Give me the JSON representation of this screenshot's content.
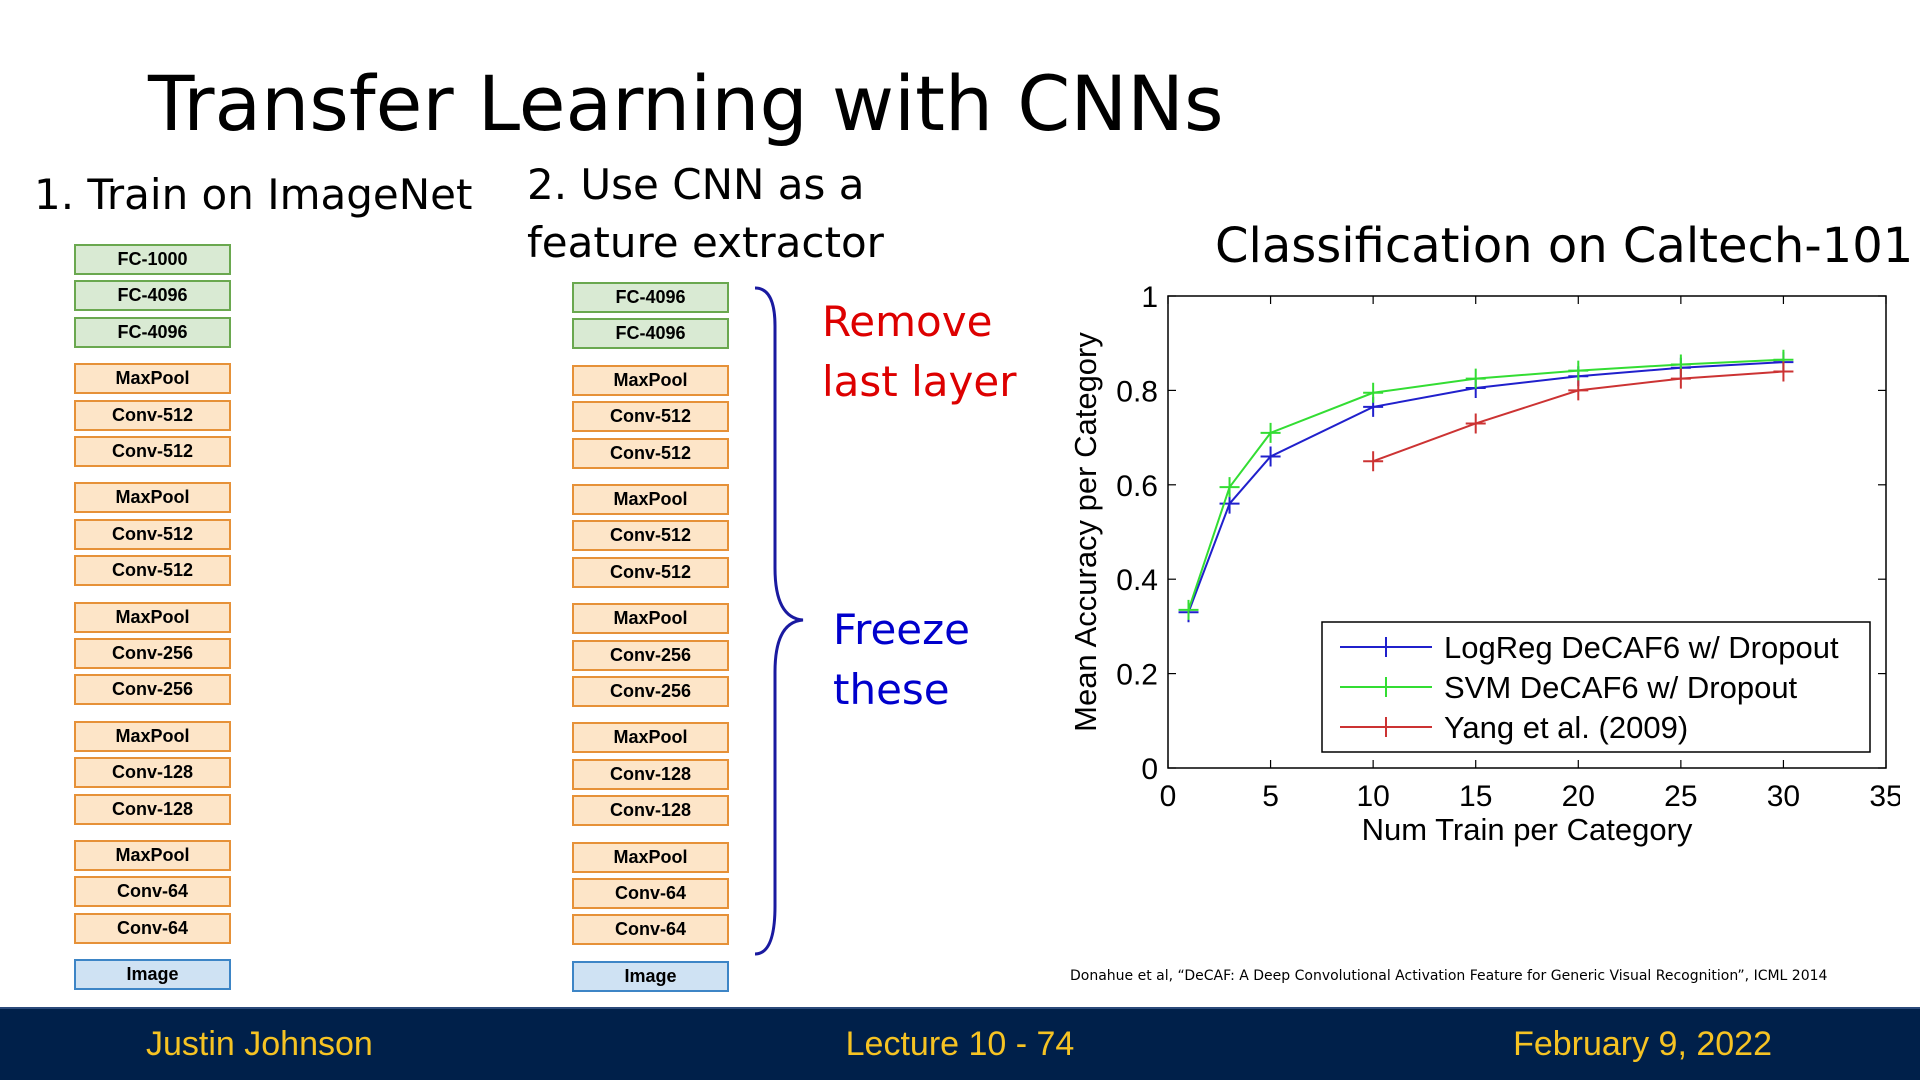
{
  "slide": {
    "title": "Transfer Learning with CNNs",
    "step1": "1. Train on ImageNet",
    "step2_line1": "2. Use CNN as a",
    "step2_line2": "feature extractor",
    "remove_line1": "Remove",
    "remove_line2": "last layer",
    "freeze_line1": "Freeze",
    "freeze_line2": "these",
    "citation": "Donahue et al, “DeCAF: A Deep Convolutional Activation Feature for Generic Visual Recognition”, ICML 2014"
  },
  "stack1": [
    {
      "label": "FC-1000",
      "kind": "fc"
    },
    {
      "label": "FC-4096",
      "kind": "fc"
    },
    {
      "label": "FC-4096",
      "kind": "fc"
    },
    {
      "label": "MaxPool",
      "kind": "conv"
    },
    {
      "label": "Conv-512",
      "kind": "conv"
    },
    {
      "label": "Conv-512",
      "kind": "conv"
    },
    {
      "label": "MaxPool",
      "kind": "conv"
    },
    {
      "label": "Conv-512",
      "kind": "conv"
    },
    {
      "label": "Conv-512",
      "kind": "conv"
    },
    {
      "label": "MaxPool",
      "kind": "conv"
    },
    {
      "label": "Conv-256",
      "kind": "conv"
    },
    {
      "label": "Conv-256",
      "kind": "conv"
    },
    {
      "label": "MaxPool",
      "kind": "conv"
    },
    {
      "label": "Conv-128",
      "kind": "conv"
    },
    {
      "label": "Conv-128",
      "kind": "conv"
    },
    {
      "label": "MaxPool",
      "kind": "conv"
    },
    {
      "label": "Conv-64",
      "kind": "conv"
    },
    {
      "label": "Conv-64",
      "kind": "conv"
    },
    {
      "label": "Image",
      "kind": "img"
    }
  ],
  "stack2": [
    {
      "label": "FC-4096",
      "kind": "fc"
    },
    {
      "label": "FC-4096",
      "kind": "fc"
    },
    {
      "label": "MaxPool",
      "kind": "conv"
    },
    {
      "label": "Conv-512",
      "kind": "conv"
    },
    {
      "label": "Conv-512",
      "kind": "conv"
    },
    {
      "label": "MaxPool",
      "kind": "conv"
    },
    {
      "label": "Conv-512",
      "kind": "conv"
    },
    {
      "label": "Conv-512",
      "kind": "conv"
    },
    {
      "label": "MaxPool",
      "kind": "conv"
    },
    {
      "label": "Conv-256",
      "kind": "conv"
    },
    {
      "label": "Conv-256",
      "kind": "conv"
    },
    {
      "label": "MaxPool",
      "kind": "conv"
    },
    {
      "label": "Conv-128",
      "kind": "conv"
    },
    {
      "label": "Conv-128",
      "kind": "conv"
    },
    {
      "label": "MaxPool",
      "kind": "conv"
    },
    {
      "label": "Conv-64",
      "kind": "conv"
    },
    {
      "label": "Conv-64",
      "kind": "conv"
    },
    {
      "label": "Image",
      "kind": "img"
    }
  ],
  "colors": {
    "fc_fill": "#d9ead3",
    "fc_border": "#6aa84f",
    "conv_fill": "#fde5c8",
    "conv_border": "#e69138",
    "image_fill": "#cfe2f3",
    "image_border": "#3d85c6",
    "remove_text": "#dd0000",
    "freeze_text": "#0000cc",
    "footer_bg": "#00204a",
    "footer_text": "#f6c323"
  },
  "footer": {
    "left": "Justin Johnson",
    "center": "Lecture 10 - 74",
    "right": "February 9, 2022"
  },
  "chart_data": {
    "type": "line",
    "title": "Classification on Caltech-101",
    "xlabel": "Num Train per Category",
    "ylabel": "Mean Accuracy per Category",
    "xlim": [
      0,
      35
    ],
    "ylim": [
      0,
      1
    ],
    "xticks": [
      "0",
      "5",
      "10",
      "15",
      "20",
      "25",
      "30",
      "35"
    ],
    "yticks": [
      "0",
      "0.2",
      "0.4",
      "0.6",
      "0.8",
      "1"
    ],
    "grid": false,
    "legend_position": "bottom-right",
    "series": [
      {
        "name": "LogReg DeCAF6 w/ Dropout",
        "color": "#2020cc",
        "x": [
          1,
          3,
          5,
          10,
          15,
          20,
          25,
          30
        ],
        "y": [
          0.33,
          0.56,
          0.66,
          0.765,
          0.805,
          0.83,
          0.848,
          0.86
        ]
      },
      {
        "name": "SVM DeCAF6 w/ Dropout",
        "color": "#33dd33",
        "x": [
          1,
          3,
          5,
          10,
          15,
          20,
          25,
          30
        ],
        "y": [
          0.335,
          0.595,
          0.71,
          0.795,
          0.825,
          0.842,
          0.855,
          0.865
        ]
      },
      {
        "name": "Yang et al. (2009)",
        "color": "#cc3333",
        "x": [
          10,
          15,
          20,
          25,
          30
        ],
        "y": [
          0.65,
          0.73,
          0.8,
          0.825,
          0.84
        ]
      }
    ]
  }
}
